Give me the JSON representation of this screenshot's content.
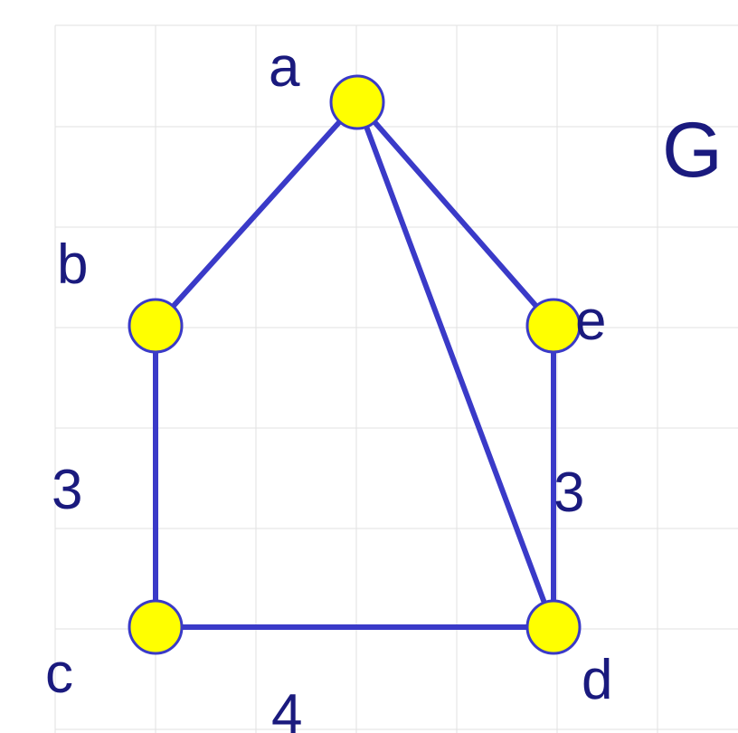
{
  "graph": {
    "name": "G",
    "edge_color": "#3a3ac8",
    "node_fill": "#ffff00",
    "node_stroke": "#3a3ac8",
    "label_color": "#1a1a7e",
    "grid_color": "#e2e2e2",
    "nodes": [
      {
        "id": "a",
        "label": "a"
      },
      {
        "id": "b",
        "label": "b"
      },
      {
        "id": "c",
        "label": "c"
      },
      {
        "id": "d",
        "label": "d"
      },
      {
        "id": "e",
        "label": "e"
      }
    ],
    "edges": [
      {
        "from": "a",
        "to": "b"
      },
      {
        "from": "a",
        "to": "e"
      },
      {
        "from": "a",
        "to": "d"
      },
      {
        "from": "b",
        "to": "c"
      },
      {
        "from": "c",
        "to": "d"
      },
      {
        "from": "e",
        "to": "d"
      }
    ],
    "edge_labels": [
      {
        "edge": "b-c",
        "text": "3"
      },
      {
        "edge": "e-d",
        "text": "3"
      },
      {
        "edge": "c-d",
        "text": "4"
      }
    ]
  }
}
